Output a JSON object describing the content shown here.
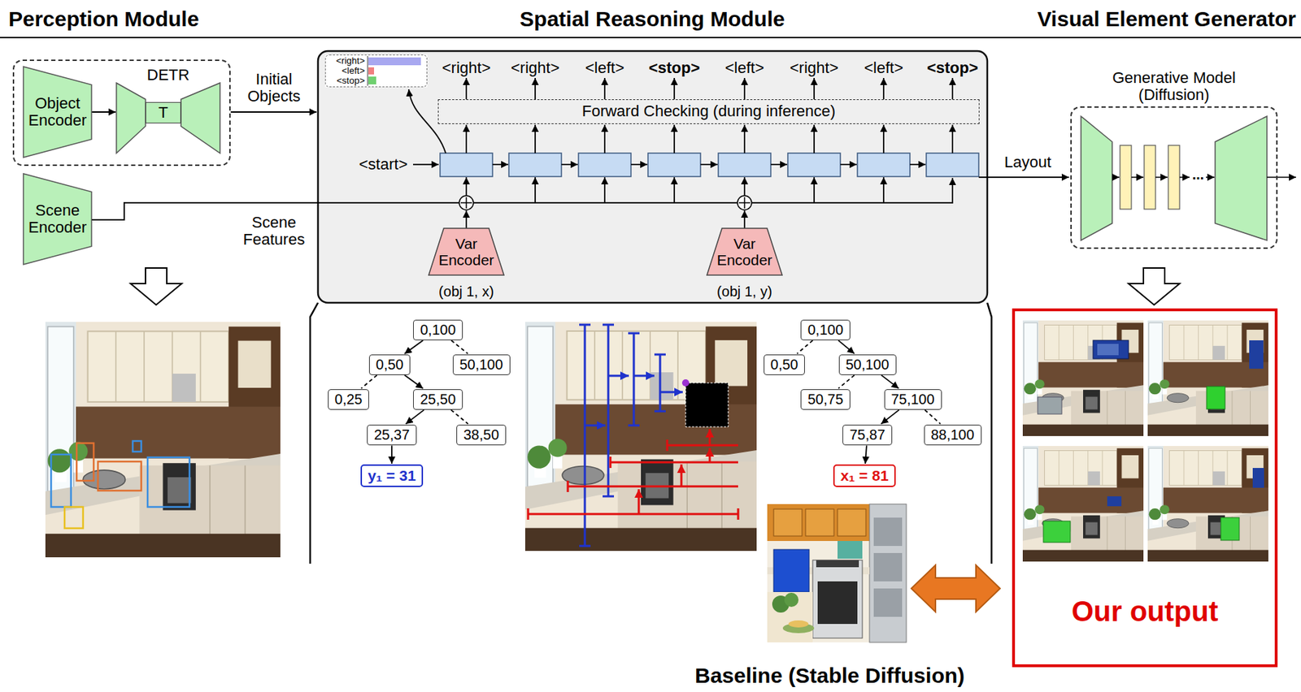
{
  "diagram": {
    "nodes": [
      {
        "text": [
          "DETR"
        ]
      },
      {
        "text": [
          "Object Encoder"
        ],
        "in": 0
      },
      {
        "text": [
          "T"
        ],
        "in": 0
      },
      {
        "text": [
          "Scene Encoder"
        ]
      },
      {
        "text": [
          "<right>",
          "<left>",
          "<stop>"
        ]
      },
      {
        "text": [
          "Forward Checking (during inference)"
        ]
      },
      {
        "text": [
          "Var Encoder"
        ]
      },
      {
        "text": [
          "Var Encoder"
        ]
      },
      {
        "text": [
          "Generative Model (Diffusion)"
        ]
      },
      {
        "text": [
          "0,100"
        ]
      },
      {
        "text": [
          "0,50"
        ]
      },
      {
        "text": [
          "50,100"
        ]
      },
      {
        "text": [
          "0,25"
        ]
      },
      {
        "text": [
          "25,50"
        ]
      },
      {
        "text": [
          "25,37"
        ]
      },
      {
        "text": [
          "38,50"
        ]
      },
      {
        "text": [
          "y₁ = 31"
        ]
      },
      {
        "text": [
          "0,100"
        ]
      },
      {
        "text": [
          "0,50"
        ]
      },
      {
        "text": [
          "50,100"
        ]
      },
      {
        "text": [
          "50,75"
        ]
      },
      {
        "text": [
          "75,100"
        ]
      },
      {
        "text": [
          "75,87"
        ]
      },
      {
        "text": [
          "88,100"
        ]
      },
      {
        "text": [
          "x₁ = 81"
        ]
      },
      {
        "text": [
          "Our output"
        ]
      }
    ],
    "edges": [
      {
        "from": 9,
        "to": 10,
        "arrow": "to"
      },
      {
        "from": 9,
        "to": 11,
        "arrow": "none"
      },
      {
        "from": 10,
        "to": 12,
        "arrow": "none"
      },
      {
        "from": 10,
        "to": 13,
        "arrow": "to"
      },
      {
        "from": 13,
        "to": 14,
        "arrow": "to"
      },
      {
        "from": 13,
        "to": 15,
        "arrow": "none"
      },
      {
        "from": 14,
        "to": 16,
        "arrow": "to"
      },
      {
        "from": 17,
        "to": 18,
        "arrow": "none"
      },
      {
        "from": 17,
        "to": 19,
        "arrow": "to"
      },
      {
        "from": 19,
        "to": 20,
        "arrow": "none"
      },
      {
        "from": 19,
        "to": 21,
        "arrow": "to"
      },
      {
        "from": 21,
        "to": 22,
        "arrow": "to"
      },
      {
        "from": 21,
        "to": 23,
        "arrow": "none"
      },
      {
        "from": 22,
        "to": 24,
        "arrow": "to"
      }
    ],
    "labels": [
      "Perception Module",
      "Spatial Reasoning Module",
      "Visual Element Generator",
      "Initial Objects",
      "Scene Features",
      "<start>",
      "<right>",
      "<right>",
      "<left>",
      "<stop>",
      "<left>",
      "<right>",
      "<left>",
      "<stop>",
      "Layout",
      "...",
      "(obj 1, x)",
      "(obj 1, y)",
      "Baseline (Stable Diffusion)"
    ]
  }
}
